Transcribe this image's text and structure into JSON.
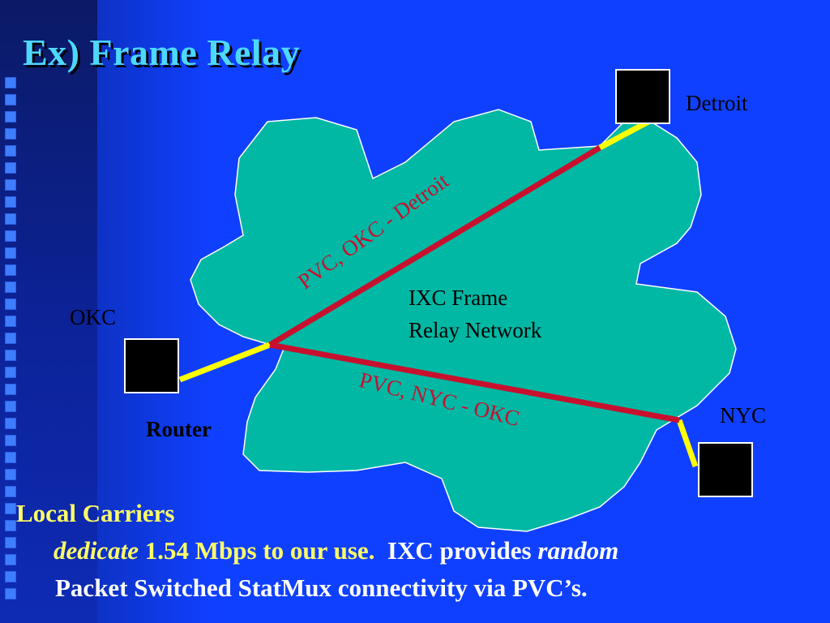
{
  "slide": {
    "title": "Ex) Frame Relay"
  },
  "diagram": {
    "cloud_label_line1": "IXC Frame",
    "cloud_label_line2": "Relay Network",
    "cities": {
      "detroit": "Detroit",
      "okc": "OKC",
      "nyc": "NYC"
    },
    "router_label": "Router",
    "pvc_okc_detroit": "PVC, OKC - Detroit",
    "pvc_nyc_okc": "PVC, NYC - OKC",
    "colors": {
      "cloud": "#00b8a4",
      "pvc_line": "#c8102e",
      "local_line": "#ffff00",
      "router_box": "#000000"
    }
  },
  "bottom_text": {
    "heading": "Local Carriers",
    "line2_italic_1": "dedicate",
    "line2_plain_1": " 1.54 Mbps to our use.",
    "line2_plain_2": "IXC provides ",
    "line2_italic_2": "random",
    "line3": "Packet Switched StatMux connectivity via PVC’s."
  }
}
